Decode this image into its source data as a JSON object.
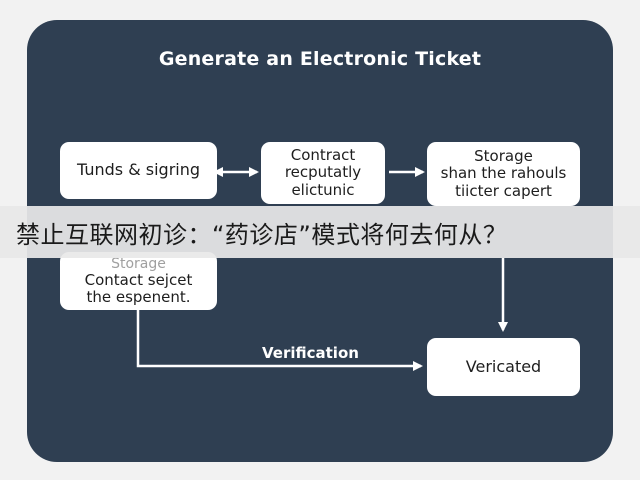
{
  "diagram": {
    "title": "Generate an Electronic Ticket",
    "nodes": {
      "funds": {
        "text": "Tunds & sigring"
      },
      "contract": {
        "lines": [
          "Contract",
          "recputatly",
          "elictunic"
        ]
      },
      "storage_top": {
        "lines": [
          "Storage",
          "shan the rahouls",
          "tiicter capert"
        ]
      },
      "storage_left": {
        "lines": [
          "Storage",
          "Contact sejcet",
          "the espenent."
        ]
      },
      "verified": {
        "text": "Vericated"
      }
    },
    "edge_label": "Verification"
  },
  "overlay": {
    "banner_text": "禁止互联网初诊：“药诊店”模式将何去何从？"
  },
  "colors": {
    "panel": "#2f3f52",
    "box": "#ffffff",
    "arrow": "#ffffff",
    "background": "#f2f2f2"
  }
}
